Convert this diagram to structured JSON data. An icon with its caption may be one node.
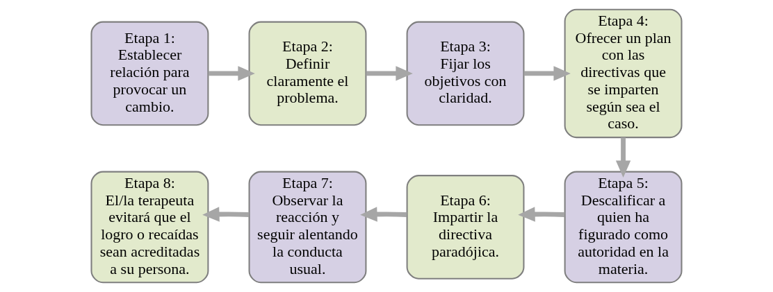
{
  "diagram": {
    "nodes": [
      {
        "text": [
          "Etapa 1:",
          "Establecer relación para provocar un cambio."
        ]
      },
      {
        "text": [
          "Etapa 2:",
          "Definir claramente el problema."
        ]
      },
      {
        "text": [
          "Etapa 3:",
          "Fijar los objetivos con claridad."
        ]
      },
      {
        "text": [
          "Etapa 4:",
          "Ofrecer un plan con las directivas que se imparten según sea el caso."
        ]
      },
      {
        "text": [
          "Etapa 5:",
          "Descalificar a quien ha figurado como autoridad en la materia."
        ]
      },
      {
        "text": [
          "Etapa 6:",
          "Impartir la directiva paradójica."
        ]
      },
      {
        "text": [
          "Etapa 7:",
          "Observar la reacción y seguir alentando la conducta usual."
        ]
      },
      {
        "text": [
          "Etapa 8:",
          "El/la terapeuta evitará que el logro o recaídas sean acreditadas a su persona."
        ]
      }
    ],
    "edges": [
      {
        "from": 0,
        "to": 1,
        "arrow": "to"
      },
      {
        "from": 1,
        "to": 2,
        "arrow": "to"
      },
      {
        "from": 2,
        "to": 3,
        "arrow": "to"
      },
      {
        "from": 3,
        "to": 4,
        "arrow": "to"
      },
      {
        "from": 4,
        "to": 5,
        "arrow": "to"
      },
      {
        "from": 5,
        "to": 6,
        "arrow": "to"
      },
      {
        "from": 6,
        "to": 7,
        "arrow": "to"
      }
    ]
  }
}
